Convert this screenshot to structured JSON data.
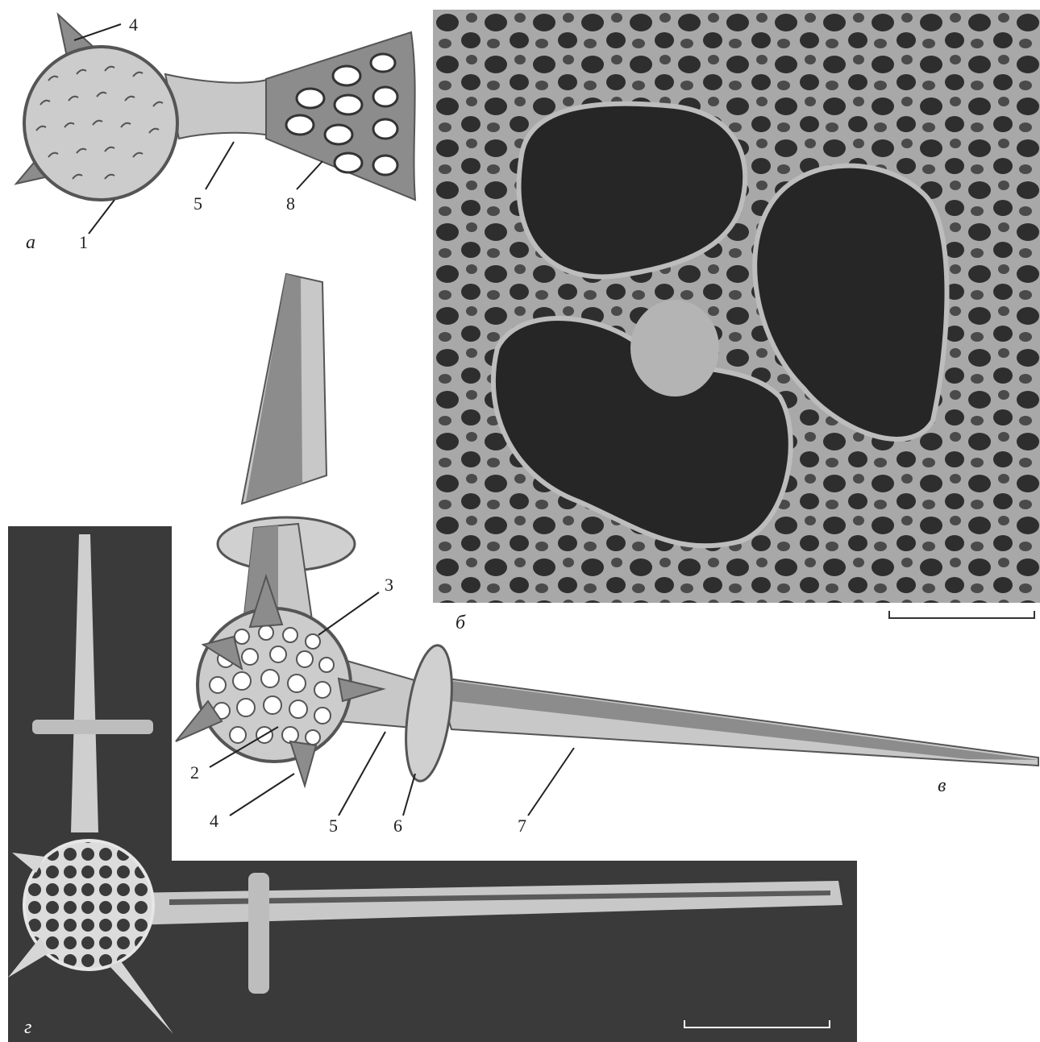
{
  "panels": {
    "a": {
      "letter": "а"
    },
    "b": {
      "letter": "б"
    },
    "v": {
      "letter": "в"
    },
    "g": {
      "letter": "г"
    }
  },
  "labels_a": {
    "l4": "4",
    "l5": "5",
    "l8": "8",
    "l1": "1"
  },
  "labels_v": {
    "l3": "3",
    "l2": "2",
    "l4": "4",
    "l5": "5",
    "l6": "6",
    "l7": "7"
  },
  "colors": {
    "sphere_fill": "#cccccc",
    "spine_dark": "#8c8c8c",
    "spine_light": "#c8c8c8",
    "outline": "#555555",
    "sem_background": "#3a3a3a"
  }
}
